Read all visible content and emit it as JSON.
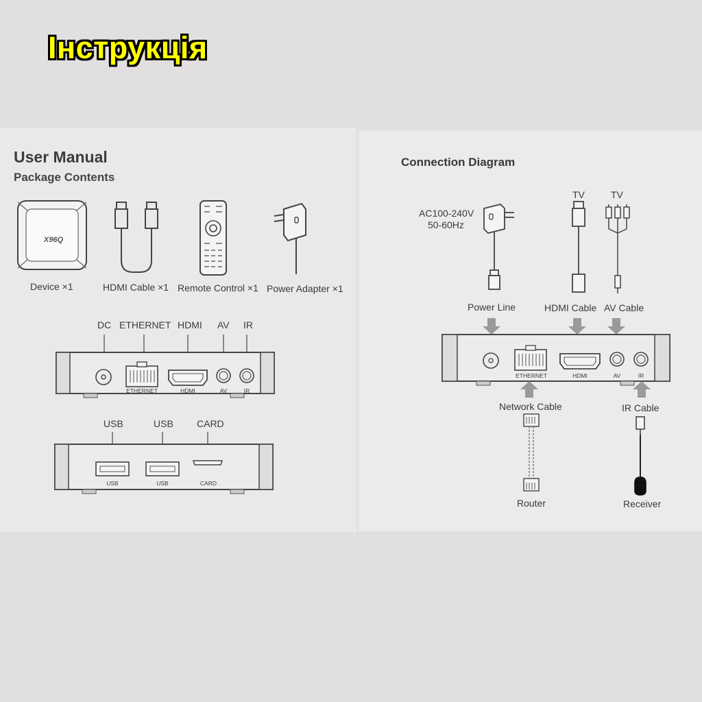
{
  "banner": "Інструкція",
  "manual": {
    "title": "User Manual",
    "package_heading": "Package Contents",
    "device_logo": "X96Q",
    "items": [
      "Device ×1",
      "HDMI Cable ×1",
      "Remote Control ×1",
      "Power Adapter ×1"
    ],
    "top_ports": [
      "DC",
      "ETHERNET",
      "HDMI",
      "AV",
      "IR"
    ],
    "top_port_marks": [
      "ETHERNET",
      "HDMI",
      "AV",
      "IR"
    ],
    "side_ports": [
      "USB",
      "USB",
      "CARD"
    ],
    "side_port_marks": [
      "USB",
      "USB",
      "CARD"
    ]
  },
  "diagram": {
    "title": "Connection Diagram",
    "voltage": "AC100-240V",
    "frequency": "50-60Hz",
    "tv_labels": [
      "TV",
      "TV"
    ],
    "cables": [
      "Power Line",
      "HDMI Cable",
      "AV Cable"
    ],
    "port_marks": [
      "ETHERNET",
      "HDMI",
      "AV",
      "IR"
    ],
    "bottom_cables": [
      "Network Cable",
      "IR Cable"
    ],
    "endpoints": [
      "Router",
      "Receiver"
    ]
  }
}
